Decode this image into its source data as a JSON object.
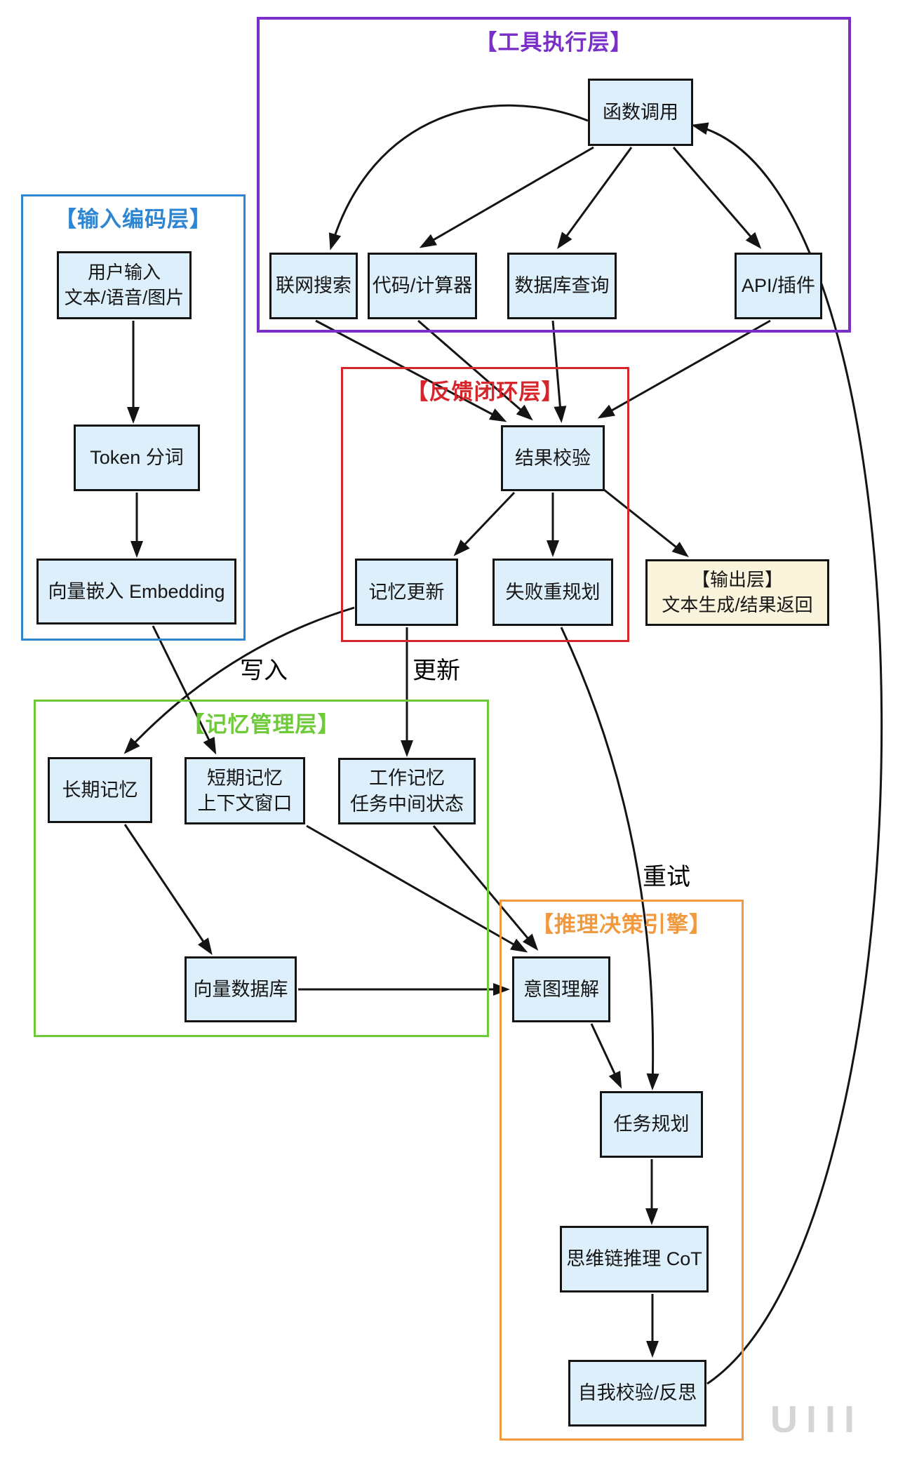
{
  "layers": {
    "tool_execution": {
      "title": "【工具执行层】",
      "color": "#7a30c8"
    },
    "input_encoding": {
      "title": "【输入编码层】",
      "color": "#2e86d2"
    },
    "feedback_loop": {
      "title": "【反馈闭环层】",
      "color": "#d5262b"
    },
    "memory_management": {
      "title": "【记忆管理层】",
      "color": "#6fca3a"
    },
    "reasoning_engine": {
      "title": "【推理决策引擎】",
      "color": "#f0993f"
    }
  },
  "nodes": {
    "function_call": {
      "label": "函数调用"
    },
    "web_search": {
      "label": "联网搜索"
    },
    "code_calculator": {
      "label": "代码/计算器"
    },
    "database_query": {
      "label": "数据库查询"
    },
    "api_plugin": {
      "label": "API/插件"
    },
    "user_input": {
      "label": "用户输入\n文本/语音/图片"
    },
    "tokenization": {
      "label": "Token 分词"
    },
    "embedding": {
      "label": "向量嵌入 Embedding"
    },
    "result_check": {
      "label": "结果校验"
    },
    "memory_update": {
      "label": "记忆更新"
    },
    "failure_replan": {
      "label": "失败重规划"
    },
    "output_layer": {
      "label": "【输出层】\n文本生成/结果返回"
    },
    "long_term_memory": {
      "label": "长期记忆"
    },
    "short_term_memory": {
      "label": "短期记忆\n上下文窗口"
    },
    "working_memory": {
      "label": "工作记忆\n任务中间状态"
    },
    "vector_database": {
      "label": "向量数据库"
    },
    "intent_understanding": {
      "label": "意图理解"
    },
    "task_planning": {
      "label": "任务规划"
    },
    "cot_reasoning": {
      "label": "思维链推理 CoT"
    },
    "self_reflection": {
      "label": "自我校验/反思"
    }
  },
  "edge_labels": {
    "write": "写入",
    "update": "更新",
    "retry": "重试"
  },
  "edges": [
    {
      "from": "function_call",
      "to": "web_search"
    },
    {
      "from": "function_call",
      "to": "code_calculator"
    },
    {
      "from": "function_call",
      "to": "database_query"
    },
    {
      "from": "function_call",
      "to": "api_plugin"
    },
    {
      "from": "web_search",
      "to": "result_check"
    },
    {
      "from": "code_calculator",
      "to": "result_check"
    },
    {
      "from": "database_query",
      "to": "result_check"
    },
    {
      "from": "api_plugin",
      "to": "result_check"
    },
    {
      "from": "user_input",
      "to": "tokenization"
    },
    {
      "from": "tokenization",
      "to": "embedding"
    },
    {
      "from": "embedding",
      "to": "short_term_memory"
    },
    {
      "from": "result_check",
      "to": "memory_update"
    },
    {
      "from": "result_check",
      "to": "failure_replan"
    },
    {
      "from": "result_check",
      "to": "output_layer"
    },
    {
      "from": "memory_update",
      "to": "long_term_memory",
      "label": "写入"
    },
    {
      "from": "memory_update",
      "to": "working_memory",
      "label": "更新"
    },
    {
      "from": "failure_replan",
      "to": "task_planning",
      "label": "重试"
    },
    {
      "from": "long_term_memory",
      "to": "vector_database"
    },
    {
      "from": "short_term_memory",
      "to": "intent_understanding"
    },
    {
      "from": "working_memory",
      "to": "intent_understanding"
    },
    {
      "from": "vector_database",
      "to": "intent_understanding"
    },
    {
      "from": "intent_understanding",
      "to": "task_planning"
    },
    {
      "from": "task_planning",
      "to": "cot_reasoning"
    },
    {
      "from": "cot_reasoning",
      "to": "self_reflection"
    },
    {
      "from": "self_reflection",
      "to": "function_call"
    }
  ],
  "colors": {
    "node_fill": "#ddeffa",
    "node_border": "#141414",
    "output_fill": "#faf4dc",
    "arrow": "#141414"
  },
  "watermark": "UIII"
}
